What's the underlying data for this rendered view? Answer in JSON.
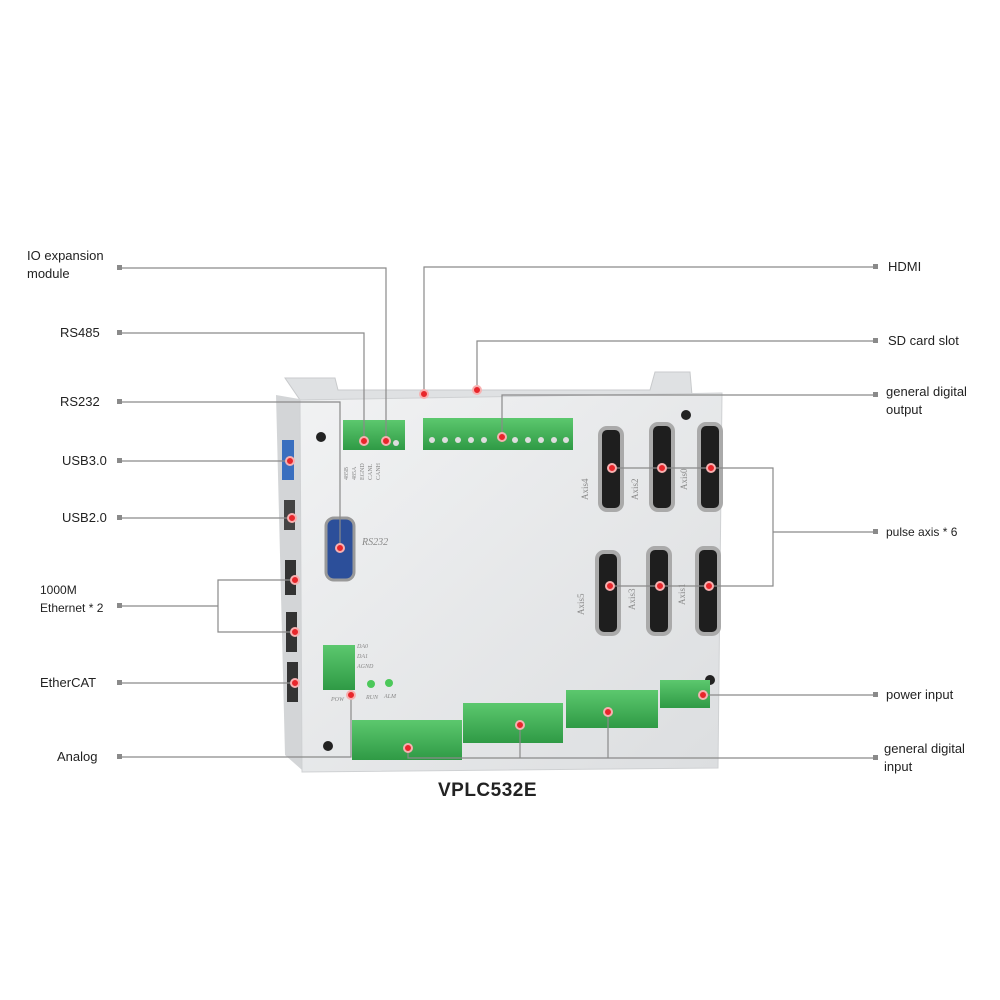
{
  "callouts_left": [
    {
      "id": "io-expansion",
      "line1": "IO expansion",
      "line2": "module"
    },
    {
      "id": "rs485",
      "line1": "RS485"
    },
    {
      "id": "rs232",
      "line1": "RS232"
    },
    {
      "id": "usb3",
      "line1": "USB3.0"
    },
    {
      "id": "usb2",
      "line1": "USB2.0"
    },
    {
      "id": "ethernet",
      "line1": "1000M",
      "line2": "Ethernet * 2"
    },
    {
      "id": "ethercat",
      "line1": "EtherCAT"
    },
    {
      "id": "analog",
      "line1": "Analog"
    }
  ],
  "callouts_right": [
    {
      "id": "hdmi",
      "line1": "HDMI"
    },
    {
      "id": "sd",
      "line1": "SD card slot"
    },
    {
      "id": "gdo",
      "line1": "general digital",
      "line2": "output"
    },
    {
      "id": "pulse",
      "line1": "pulse axis * 6"
    },
    {
      "id": "power",
      "line1": "power input"
    },
    {
      "id": "gdi",
      "line1": "general digital",
      "line2": "input"
    }
  ],
  "device": {
    "model": "VPLC532E",
    "silk": {
      "rs232": "RS232",
      "axes": [
        "Axis4",
        "Axis2",
        "Axis0",
        "Axis5",
        "Axis3",
        "Axis1"
      ],
      "leds": [
        "POW",
        "RUN",
        "ALM"
      ],
      "analog_pins": [
        "DA0",
        "DA1",
        "AGND"
      ],
      "rs485_pins": [
        "485B",
        "485A",
        "EGND",
        "CANL",
        "CANH"
      ]
    }
  },
  "colors": {
    "accent": "#e8262b",
    "terminal": "#3fb356",
    "line": "#8a8a8a"
  }
}
